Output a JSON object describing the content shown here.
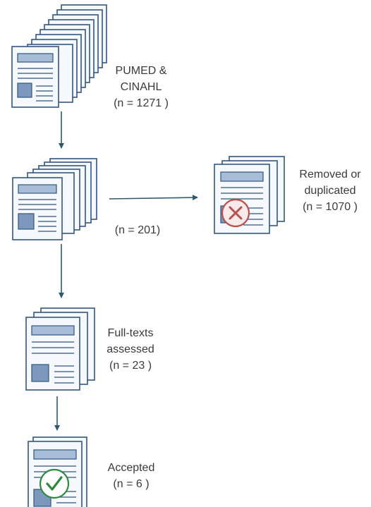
{
  "stages": [
    {
      "id": "search",
      "lines": [
        "PUMED &",
        "CINAHL",
        "(n = 1271  )"
      ]
    },
    {
      "id": "screened",
      "lines": [
        "(n = 201)"
      ]
    },
    {
      "id": "fulltext",
      "lines": [
        "Full-texts",
        "assessed",
        "(n = 23 )"
      ]
    },
    {
      "id": "accepted",
      "lines": [
        "Accepted",
        "(n = 6 )"
      ]
    }
  ],
  "excluded": {
    "lines": [
      "Removed or",
      "duplicated",
      "(n = 1070  )"
    ]
  },
  "colors": {
    "doc_fill": "#f5f8fc",
    "doc_stroke": "#34557d",
    "header_bar": "#a7bdd7",
    "image_box": "#7c98bd",
    "arrow": "#2e5a6e",
    "reject_mark": "#b9504c",
    "accept_mark": "#2b8a3e"
  },
  "icons": {
    "stack": "document-stack-icon",
    "reject": "reject-cross-icon",
    "accept": "accept-check-icon"
  }
}
